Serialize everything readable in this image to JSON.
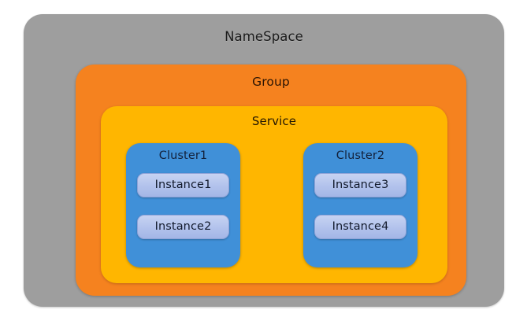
{
  "diagram": {
    "type": "nested-containment",
    "title": "NameSpace / Group / Service / Cluster / Instance hierarchy",
    "colors": {
      "namespace": "#9e9e9e",
      "group": "#f5821f",
      "service": "#ffb600",
      "cluster": "#4090d8",
      "instance": "#b2c2ec",
      "background": "#ffffff"
    },
    "namespace": {
      "label": "NameSpace",
      "group": {
        "label": "Group",
        "service": {
          "label": "Service",
          "clusters": [
            {
              "label": "Cluster1",
              "instances": [
                {
                  "label": "Instance1"
                },
                {
                  "label": "Instance2"
                }
              ]
            },
            {
              "label": "Cluster2",
              "instances": [
                {
                  "label": "Instance3"
                },
                {
                  "label": "Instance4"
                }
              ]
            }
          ]
        }
      }
    }
  }
}
